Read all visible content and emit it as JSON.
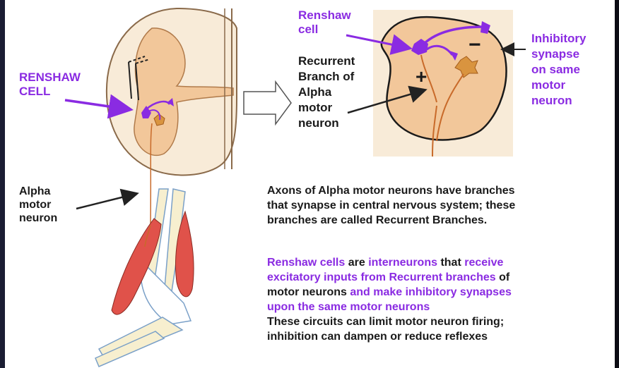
{
  "left_label": {
    "line1": "RENSHAW",
    "line2": "CELL"
  },
  "alpha_label": {
    "line1": "Alpha",
    "line2": "motor",
    "line3": "neuron"
  },
  "zoom": {
    "renshaw": {
      "line1": "Renshaw",
      "line2": "cell"
    },
    "recurrent": {
      "line1": "Recurrent",
      "line2": "Branch of",
      "line3": "Alpha",
      "line4": "motor",
      "line5": "neuron"
    },
    "inhibitory": {
      "line1": "Inhibitory",
      "line2": "synapse",
      "line3": "on same",
      "line4": "motor",
      "line5": "neuron"
    },
    "plus_sign": "+",
    "minus_sign": "−"
  },
  "paragraph1": {
    "l1": "Axons of Alpha motor neurons have branches",
    "l2": "that synapse in central nervous system; these",
    "l3": "branches are called Recurrent Branches."
  },
  "paragraph2": {
    "l1a": "Renshaw cells",
    "l1b": " are ",
    "l1c": "interneurons",
    "l1d": " that ",
    "l1e": "receive",
    "l2a": "excitatory inputs from Recurrent branches",
    "l2b": " of",
    "l3a": "motor neurons ",
    "l3b": "and make inhibitory synapses",
    "l4": "upon the same motor neurons",
    "l5": "These circuits can limit motor neuron firing;",
    "l6": "inhibition can dampen or reduce reflexes"
  },
  "colors": {
    "purple": "#8a2be2",
    "grey_matter": "#f2c79a",
    "white_matter": "#f8ebd8",
    "muscle": "#e0524a",
    "bone": "#f7efcf",
    "axon": "#c86a2a"
  }
}
